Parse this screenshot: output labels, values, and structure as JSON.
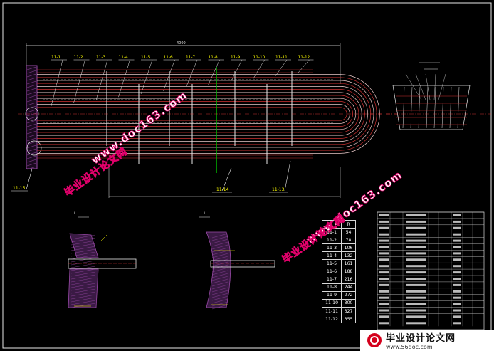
{
  "drawing": {
    "callouts": [
      "11-1",
      "11-2",
      "11-3",
      "11-4",
      "11-5",
      "11-6",
      "11-7",
      "11-8",
      "11-9",
      "11-10",
      "11-11",
      "11-12"
    ],
    "left_label": "11-15",
    "bottom_labels": [
      "11-14",
      "11-13"
    ],
    "overall_dim": "4000"
  },
  "bend_table": {
    "header": [
      "",
      "R"
    ],
    "rows": [
      [
        "11-1",
        "54"
      ],
      [
        "11-2",
        "78"
      ],
      [
        "11-3",
        "106"
      ],
      [
        "11-4",
        "132"
      ],
      [
        "11-5",
        "161"
      ],
      [
        "11-6",
        "188"
      ],
      [
        "11-7",
        "216"
      ],
      [
        "11-8",
        "244"
      ],
      [
        "11-9",
        "272"
      ],
      [
        "11-10",
        "300"
      ],
      [
        "11-11",
        "327"
      ],
      [
        "11-12",
        "355"
      ]
    ]
  },
  "watermarks": {
    "site": "www.doc163.com",
    "cn": "毕业设计论文网"
  },
  "footer": {
    "title": "毕业设计论文网",
    "url": "www.56doc.com"
  },
  "colors": {
    "background": "#000000",
    "tubes": "#d03030",
    "lines": "#ffffff",
    "labels": "#ffff00",
    "dims": "#00ffff",
    "hatch": "#9a4aa8",
    "accent": "#00c000"
  }
}
